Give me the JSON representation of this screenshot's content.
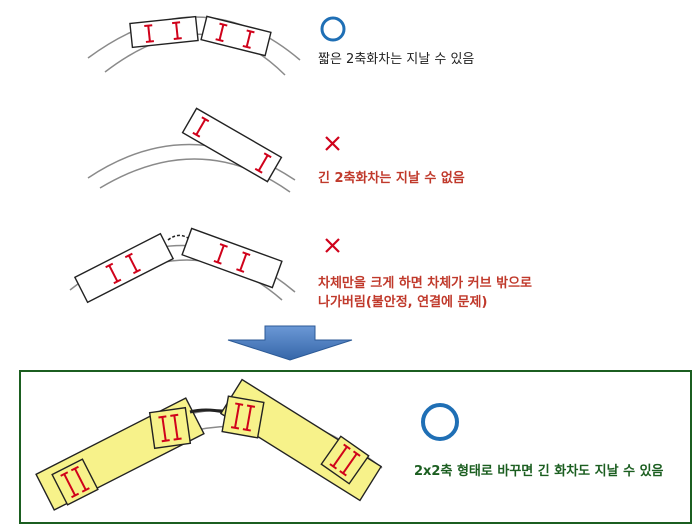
{
  "rows": [
    {
      "mark": "O",
      "caption": "짧은 2축화차는 지날 수 있음"
    },
    {
      "mark": "X",
      "caption": "긴 2축화차는 지날 수 없음"
    },
    {
      "mark": "X",
      "caption_line1": "차체만을 크게 하면 차체가 커브 밖으로",
      "caption_line2": "나가버림(불안정, 연결에 문제)"
    }
  ],
  "solution": {
    "mark": "O",
    "caption": "2x2축 형태로 바꾸면 긴 화차도 지날 수 있음"
  },
  "colors": {
    "rail": "#888888",
    "car_fill": "#ffffff",
    "car_stroke": "#222222",
    "axle": "#d0021b",
    "mark_o": "#1f6fb5",
    "mark_x": "#d0021b",
    "arrow": "#4a7ac0",
    "box_border": "#1b5e20",
    "bogie_body_fill": "#f7f28a"
  }
}
